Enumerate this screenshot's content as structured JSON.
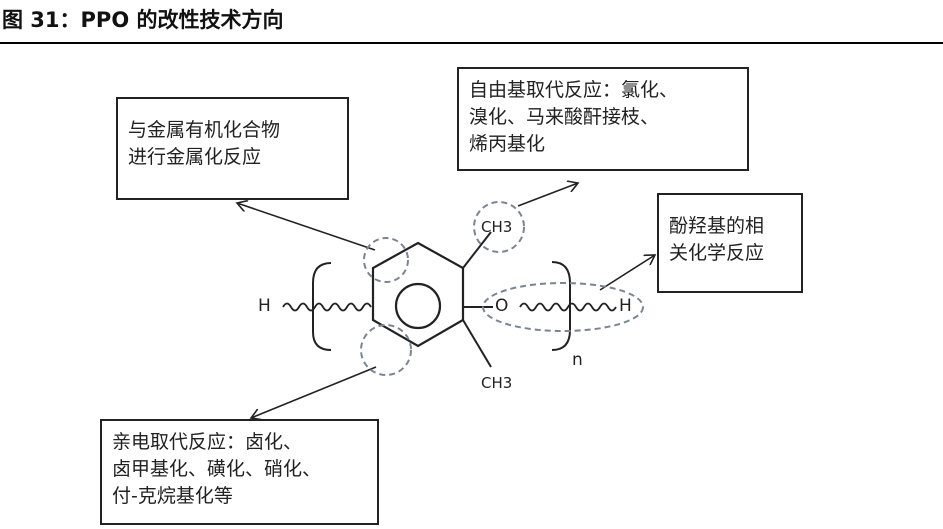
{
  "figure": {
    "title": "图 31：PPO 的改性技术方向"
  },
  "boxes": {
    "metallation": {
      "lines": [
        "与金属有机化合物",
        "进行金属化反应"
      ]
    },
    "free_radical": {
      "lines": [
        "自由基取代反应：氯化、",
        "溴化、马来酸酐接枝、",
        "烯丙基化"
      ]
    },
    "phenol_hydroxyl": {
      "lines": [
        "酚羟基的相",
        "关化学反应"
      ]
    },
    "electrophilic": {
      "lines": [
        "亲电取代反应：卤化、",
        "卤甲基化、磺化、硝化、",
        "付-克烷基化等"
      ]
    }
  },
  "molecule": {
    "h_left": "H",
    "h_right": "H",
    "oxygen": "O",
    "methyl_top": "CH3",
    "methyl_bottom": "CH3",
    "repeat_n": "n"
  },
  "colors": {
    "line": "#222222",
    "dashed_circle": "#7b8592"
  }
}
